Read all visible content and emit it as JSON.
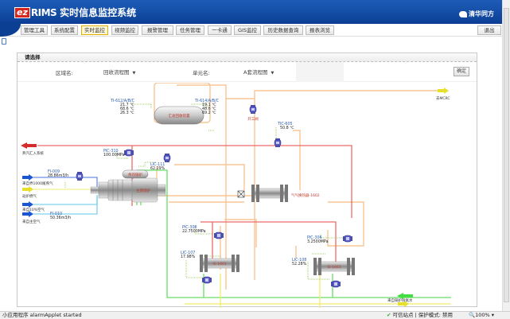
{
  "app": {
    "logo_ez": "ez",
    "logo_rims": "RIMS",
    "title": "实时信息监控系统",
    "brand": "清华同方"
  },
  "nav": {
    "items": [
      {
        "label": "管理工具",
        "active": false
      },
      {
        "label": "系统配置",
        "active": false
      },
      {
        "label": "实时监控",
        "active": true
      },
      {
        "label": "视频监控",
        "active": false
      },
      {
        "label": "报警管理",
        "active": false
      },
      {
        "label": "任务管理",
        "active": false
      },
      {
        "label": "一卡通",
        "active": false
      },
      {
        "label": "GIS监控",
        "active": false
      },
      {
        "label": "历史数据查询",
        "active": false
      },
      {
        "label": "报表浏览",
        "active": false
      }
    ],
    "logout": "退出"
  },
  "panel": {
    "title": "请选择",
    "area_label": "区域名:",
    "area_value": "回收流程图",
    "unit_label": "单元名:",
    "unit_value": "A套流程图",
    "confirm": "确定"
  },
  "diagram": {
    "tank_top": {
      "name": "汇总回收装置",
      "tag_left": "TI-612/A/B/C",
      "left_values": [
        "21.7 ℃",
        "68.6 ℃",
        "26.3 ℃"
      ],
      "tag_right": "TI-614/A/B/C",
      "right_values": [
        "19.1 ℃",
        "48.6 ℃",
        "69.2 ℃"
      ]
    },
    "valve_open_label": "开工阀",
    "outlet_top_right": "去MCRC",
    "tic": {
      "tag": "TIC-605",
      "value": "50.8 ℃"
    },
    "outlet_left": "燕汽汇入系统",
    "pic310": {
      "tag": "PIC-310",
      "value": "100.00MPa"
    },
    "lic111": {
      "tag": "LIC-111",
      "value": "62.29%"
    },
    "drum_small": "余热锅炉",
    "main_furnace": "主燃烧炉",
    "fi009": {
      "tag": "FI-009",
      "value": "28.86m3/h"
    },
    "fi010": {
      "tag": "FI-010",
      "value": "50.36m3/h"
    },
    "inlets": [
      "来自界1000尾燕气",
      "返炉燃气",
      "来自10%空气",
      "来自主空气"
    ],
    "heat_exchanger": "气气换热器-1602",
    "pic308": {
      "tag": "PIC-308",
      "value": "22.7500MPa"
    },
    "lic107": {
      "tag": "LIC-107",
      "value": "17.98%"
    },
    "exchanger_1601": "IS-1601",
    "pic306": {
      "tag": "PIC-306",
      "value": "3.2500MPa"
    },
    "lic108": {
      "tag": "LIC-108",
      "value": "52.28%"
    },
    "exchanger_1603": "IS-1603",
    "outlet_bottom_right": "来自锅炉除氧水"
  },
  "statusbar": {
    "left": "小应用程序 alarmApplet started",
    "zone": "可信站点 | 保护模式: 禁用",
    "zoom": "100%"
  }
}
